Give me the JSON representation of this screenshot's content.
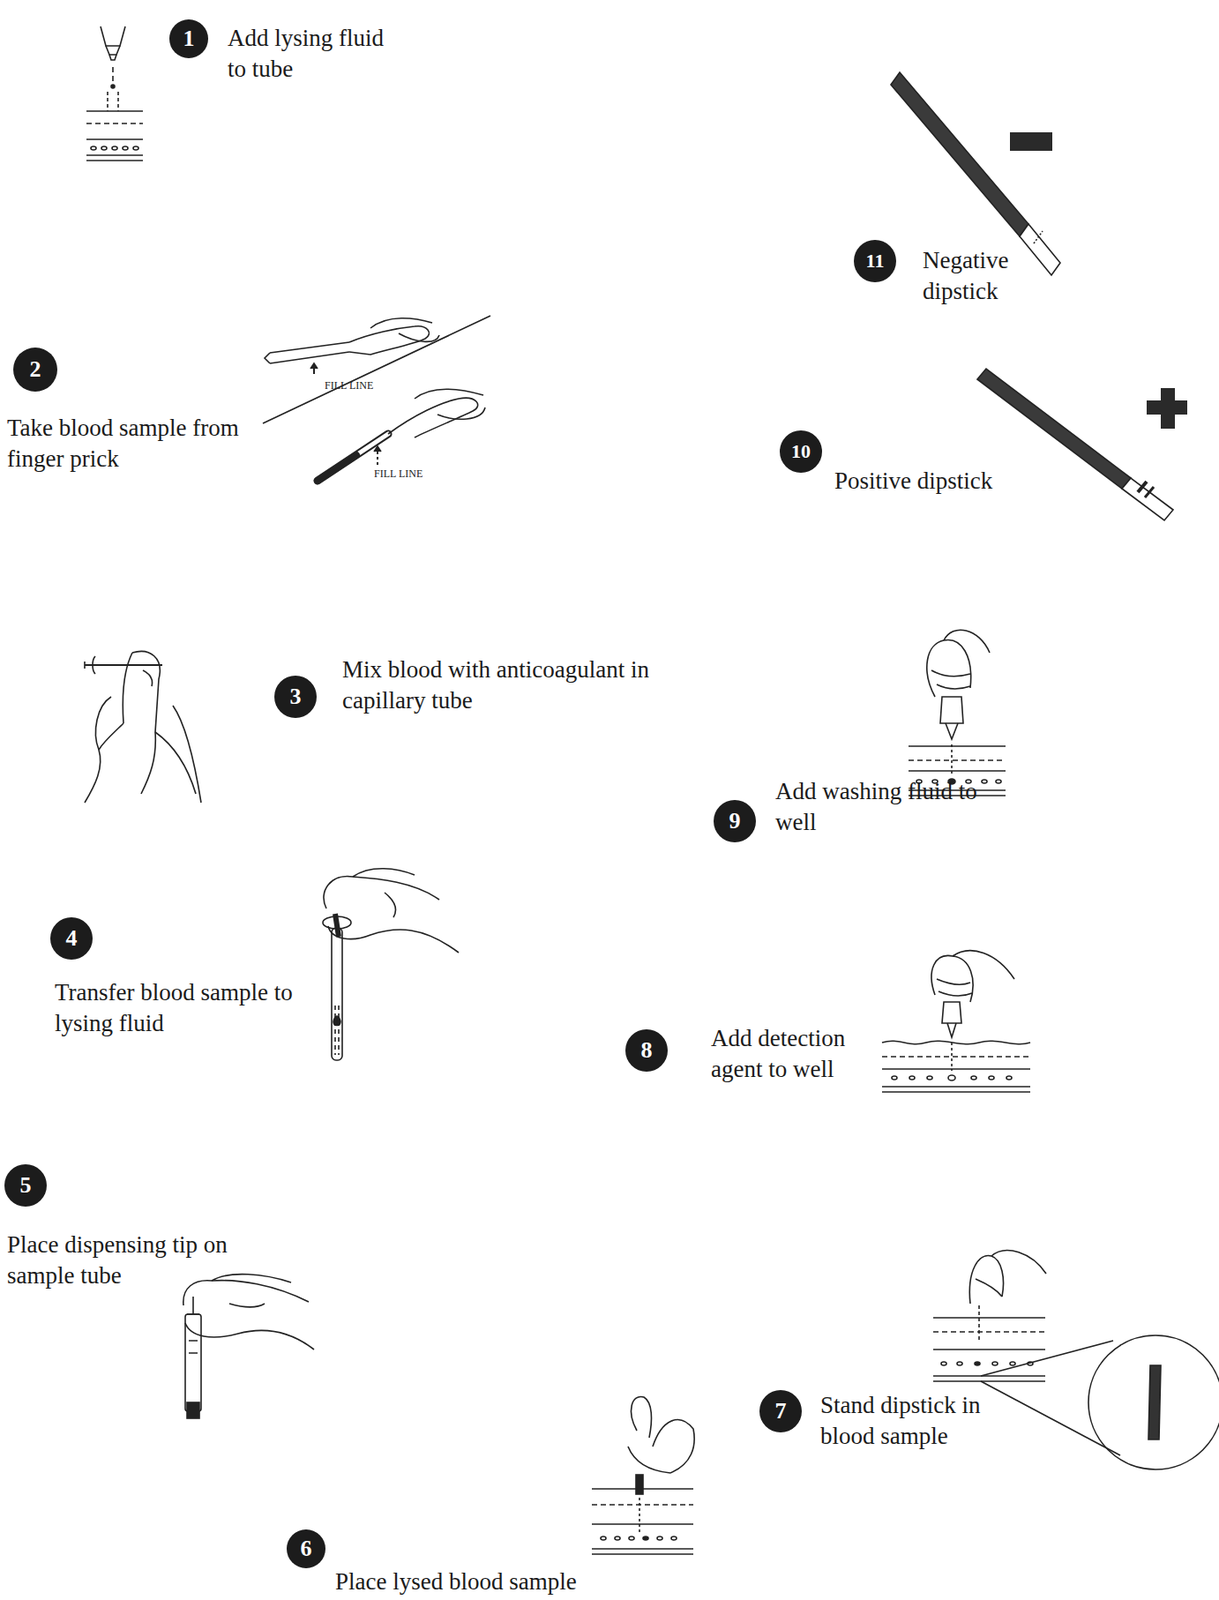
{
  "diagram": {
    "nodes": [
      {
        "text": [
          "1",
          "Add lysing fluid to tube"
        ]
      },
      {
        "text": [
          "2",
          "Take blood sample from finger prick"
        ]
      },
      {
        "text": [
          "3",
          "Mix blood with anticoagulant in capillary tube"
        ]
      },
      {
        "text": [
          "4",
          "Transfer blood sample to lysing fluid"
        ]
      },
      {
        "text": [
          "5",
          "Place dispensing tip on sample tube"
        ]
      },
      {
        "text": [
          "6",
          "Place lysed blood sample"
        ]
      },
      {
        "text": [
          "7",
          "Stand dipstick in blood sample"
        ]
      },
      {
        "text": [
          "8",
          "Add detection agent to well"
        ]
      },
      {
        "text": [
          "9",
          "Add washing fluid to well"
        ]
      },
      {
        "text": [
          "10",
          "Positive dipstick"
        ]
      },
      {
        "text": [
          "11",
          "Negative dipstick"
        ]
      }
    ],
    "labels": [
      "FILL LINE",
      "FILL LINE"
    ]
  }
}
